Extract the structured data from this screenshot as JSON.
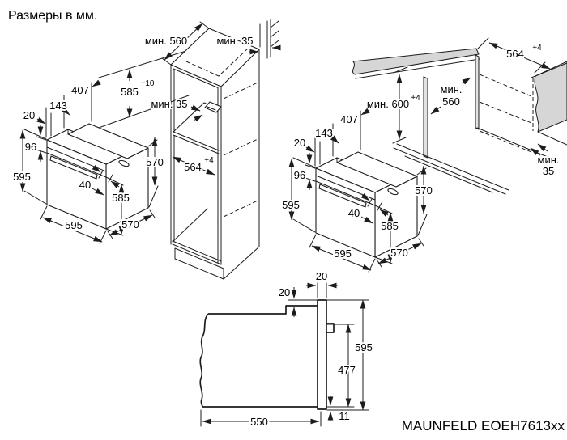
{
  "title": "Размеры в мм.",
  "model": "MAUNFELD EOEH7613xx",
  "left_oven": {
    "depth_top": "407",
    "panel_depth": "143",
    "front_gap": "20",
    "panel_height": "96",
    "height": "595",
    "handle_depth": "40",
    "door_height": "585",
    "body_height": "570",
    "width": "595",
    "depth": "570"
  },
  "cabinet": {
    "niche_depth": "мин. 560",
    "wall_gap": "мин. 35",
    "niche_height": "585",
    "niche_height_tol": "+10",
    "vent_gap": "мин. 35",
    "niche_width": "564",
    "niche_width_tol": "+4"
  },
  "right_oven": {
    "depth_top": "407",
    "panel_depth": "143",
    "front_gap": "20",
    "panel_height": "96",
    "height": "595",
    "handle_depth": "40",
    "door_height": "585",
    "body_height": "570",
    "width": "595",
    "depth": "570"
  },
  "worktop": {
    "niche_width": "564",
    "niche_width_tol": "+4",
    "niche_height": "мин. 600",
    "niche_height_tol": "+4",
    "niche_depth_l1": "мин.",
    "niche_depth_l2": "560",
    "wall_gap_l1": "мин.",
    "wall_gap_l2": "35"
  },
  "front_view": {
    "frame_width": "20",
    "top_gap": "20",
    "height": "595",
    "rear_height": "477",
    "depth": "550",
    "bottom_overhang": "11"
  }
}
